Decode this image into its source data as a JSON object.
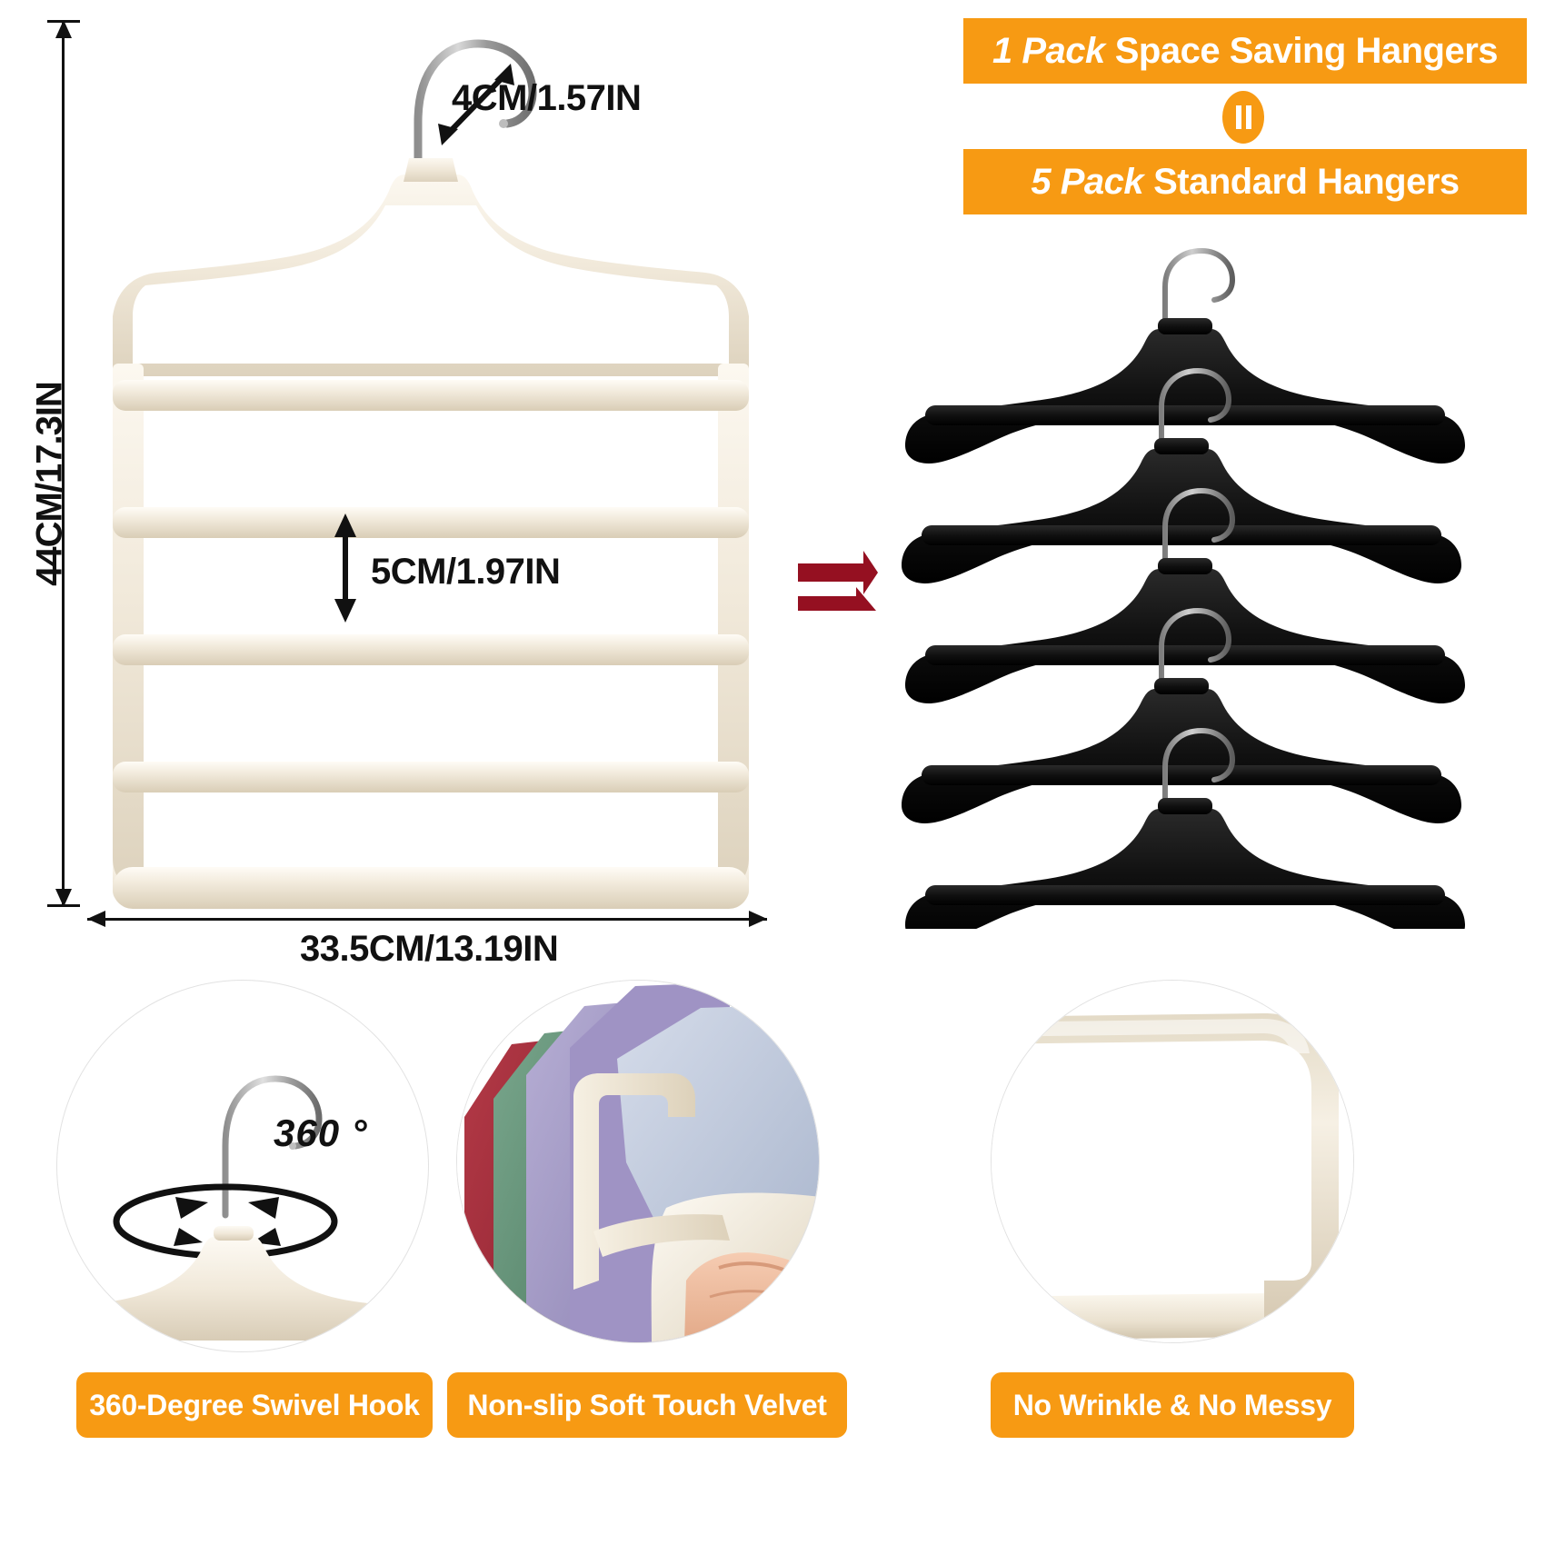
{
  "banners": {
    "top": {
      "emphasis": "1 Pack",
      "rest": "Space Saving Hangers"
    },
    "bottom": {
      "emphasis": "5 Pack",
      "rest": "Standard Hangers"
    },
    "equals_symbol": "=",
    "accent_color": "#F79A13"
  },
  "dimensions": {
    "hook_label": "4CM/1.57IN",
    "height_label": "44CM/17.3IN",
    "tier_gap_label": "5CM/1.97IN",
    "width_label": "33.5CM/13.19IN"
  },
  "product": {
    "main_hanger_color": "#EDE4D4",
    "standard_hanger_color": "#141414",
    "tier_count": 5,
    "arrow_color": "#951021"
  },
  "features": [
    {
      "caption": "360-Degree Swivel Hook",
      "overlay": "360 °"
    },
    {
      "caption": "Non-slip Soft Touch Velvet",
      "overlay": ""
    },
    {
      "caption": "No Wrinkle & No Messy",
      "overlay": ""
    }
  ]
}
